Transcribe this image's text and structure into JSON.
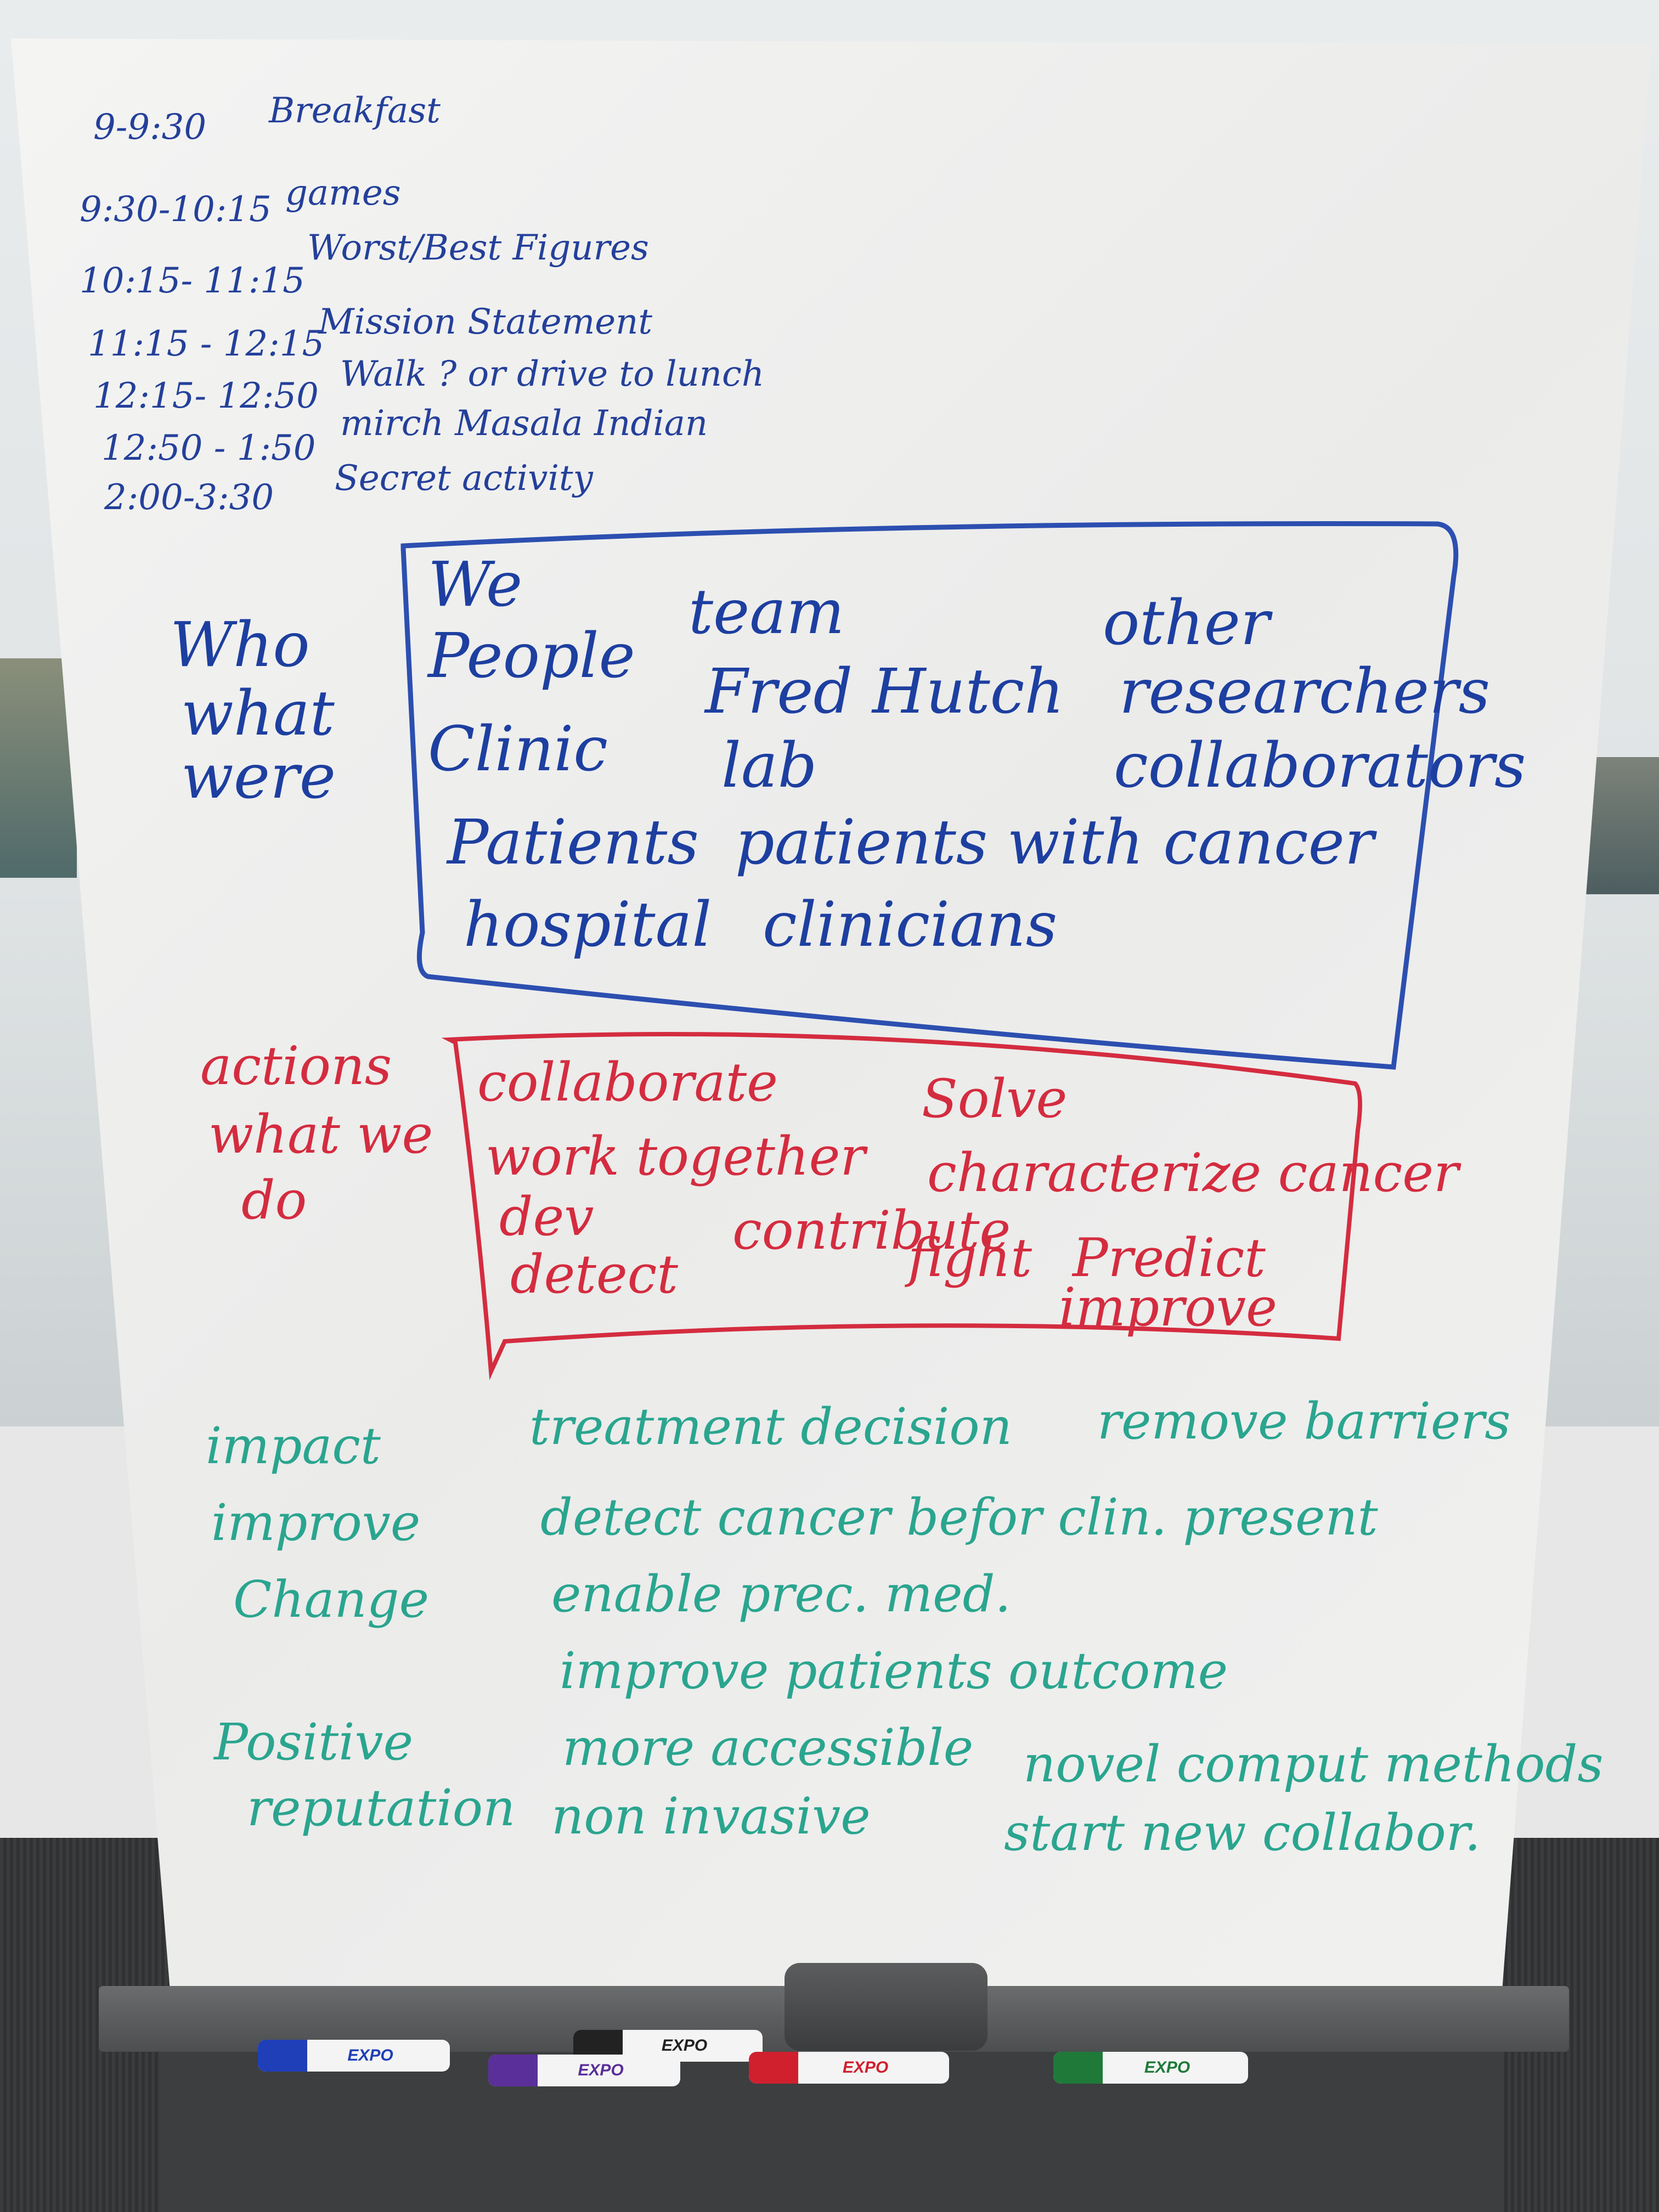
{
  "schedule": [
    {
      "time": "9-9:30",
      "item": "Breakfast"
    },
    {
      "time": "9:30-10:15",
      "item": "games"
    },
    {
      "time": "10:15- 11:15",
      "item": "Worst/Best Figures"
    },
    {
      "time": "11:15 - 12:15",
      "item": "Mission Statement"
    },
    {
      "time": "12:15- 12:50",
      "item": "Walk ? or drive to lunch"
    },
    {
      "time": "12:50 - 1:50",
      "item": "mirch Masala Indian"
    },
    {
      "time": "2:00-3:30",
      "item": "Secret activity"
    }
  ],
  "who": {
    "label": [
      "Who",
      "what",
      "were"
    ],
    "col1": [
      "We",
      "People",
      "Clinic",
      "Patients",
      "hospital"
    ],
    "col2": [
      "team",
      "Fred Hutch",
      "lab",
      "patients with cancer",
      "clinicians"
    ],
    "col3": [
      "other",
      "researchers",
      "collaborators"
    ]
  },
  "actions": {
    "label": [
      "actions",
      "what we",
      "do"
    ],
    "words": {
      "collaborate": "collaborate",
      "solve": "Solve",
      "work_together": "work together",
      "characterize": "characterize cancer",
      "dev": "dev",
      "contribute": "contribute",
      "fight": "fight",
      "predict": "Predict",
      "detect": "detect",
      "improve": "improve"
    }
  },
  "impact": {
    "label": [
      "impact",
      "improve",
      "Change"
    ],
    "label2": [
      "Positive",
      "reputation"
    ],
    "items": {
      "treatment": "treatment decision",
      "barriers": "remove barriers",
      "detect": "detect cancer befor clin. present",
      "enable": "enable prec. med.",
      "outcome": "improve patients outcome",
      "accessible": "more accessible",
      "invasive": "non invasive",
      "novel": "novel comput methods",
      "start": "start new collabor."
    }
  },
  "markers": [
    {
      "label": "EXPO",
      "color": "#1f3fb8"
    },
    {
      "label": "EXPO",
      "color": "#222222"
    },
    {
      "label": "EXPO",
      "color": "#5b2f9a"
    },
    {
      "label": "EXPO",
      "color": "#d0202e"
    },
    {
      "label": "EXPO",
      "color": "#1f7a3a"
    }
  ]
}
